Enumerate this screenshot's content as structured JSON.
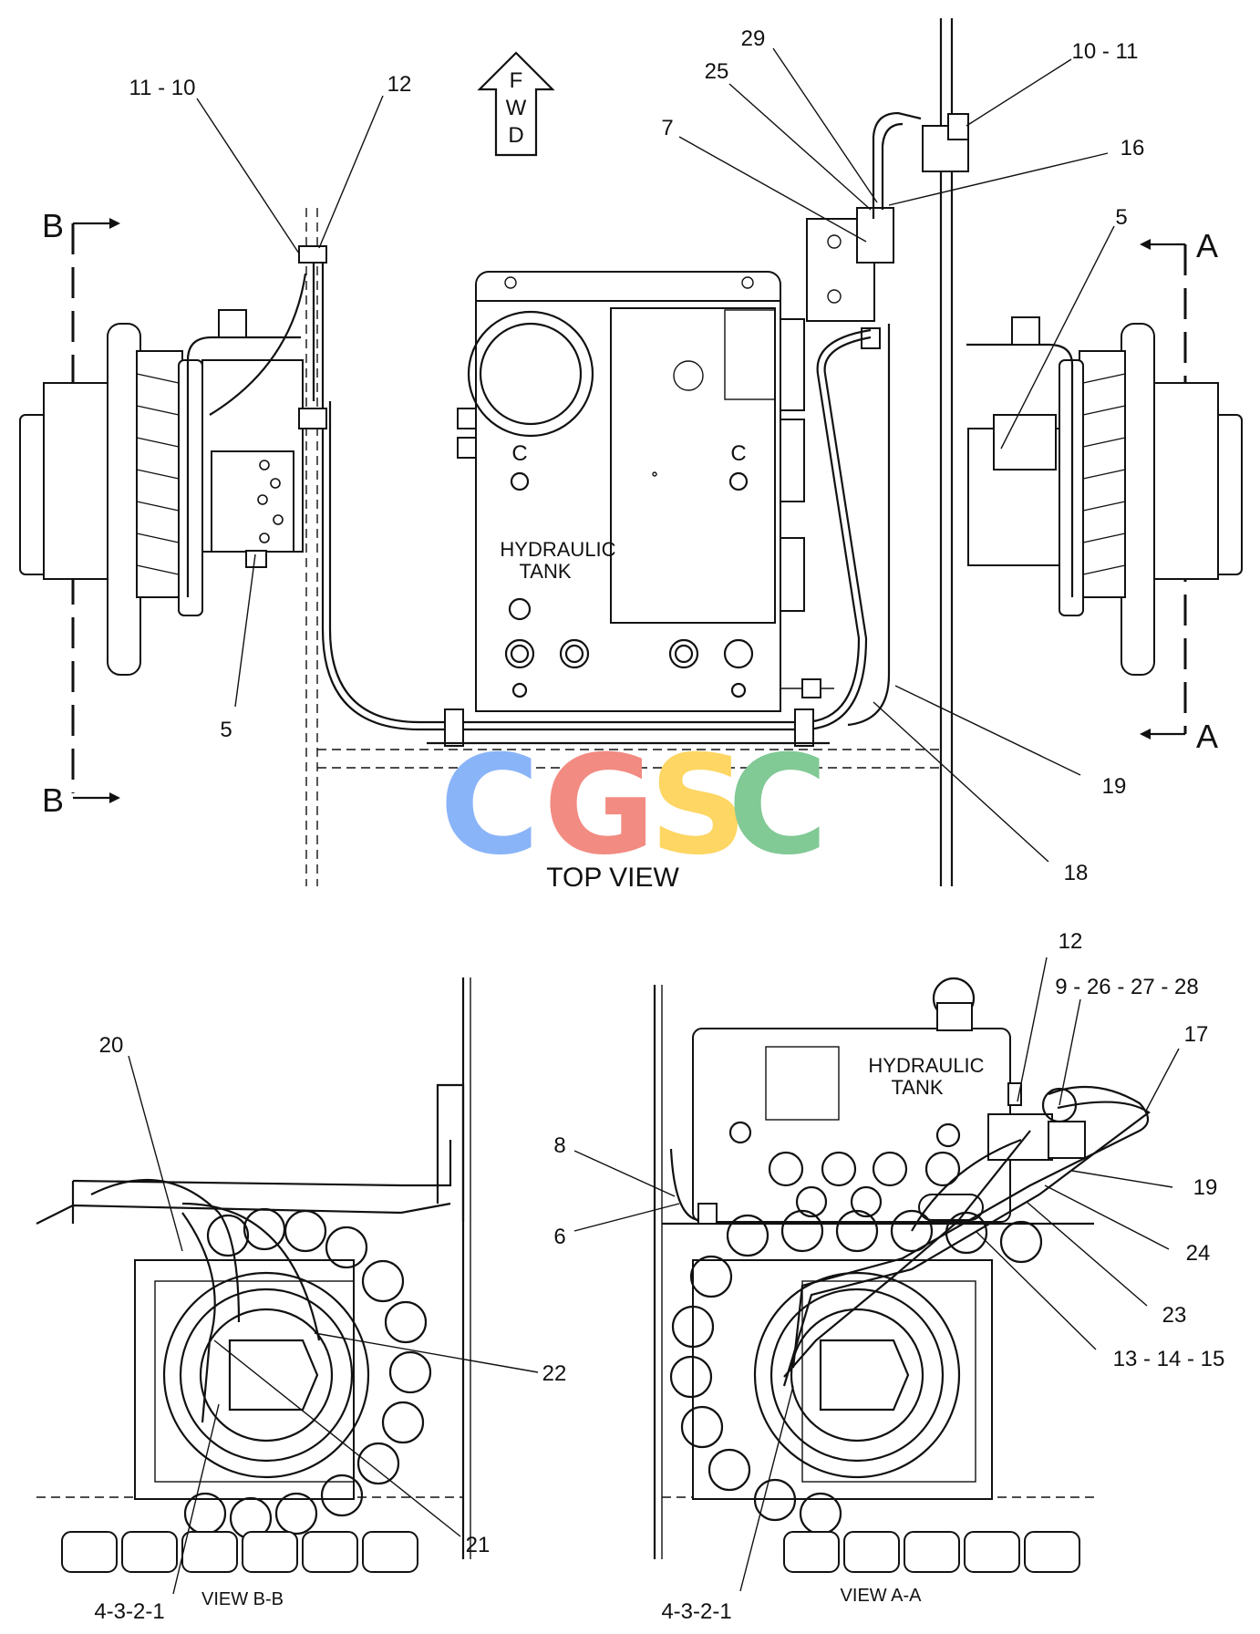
{
  "views": {
    "top": {
      "title": "TOP VIEW",
      "fwd": [
        "F",
        "W",
        "D"
      ],
      "tank_line1": "HYDRAULIC",
      "tank_line2": "TANK",
      "section_a": "A",
      "section_b": "B",
      "callouts": {
        "c11_10": "11 - 10",
        "c12": "12",
        "c29": "29",
        "c25": "25",
        "c7": "7",
        "c10_11": "10 - 11",
        "c16": "16",
        "c5_right": "5",
        "c5_left": "5",
        "c19": "19",
        "c18": "18"
      }
    },
    "b_b": {
      "title": "VIEW B-B",
      "callouts": {
        "c20": "20",
        "c22": "22",
        "c21": "21",
        "c4321": "4-3-2-1"
      }
    },
    "a_a": {
      "title": "VIEW A-A",
      "tank_line1": "HYDRAULIC",
      "tank_line2": "TANK",
      "callouts": {
        "c12": "12",
        "c9262728": "9 - 26 - 27 - 28",
        "c17": "17",
        "c8": "8",
        "c6": "6",
        "c19": "19",
        "c24": "24",
        "c23": "23",
        "c131415": "13 - 14 - 15",
        "c4321": "4-3-2-1"
      }
    }
  },
  "watermark": {
    "letters": [
      "C",
      "G",
      "S",
      "C"
    ],
    "colors": [
      "#8ab4f8",
      "#f28b82",
      "#fdd663",
      "#81c995"
    ]
  }
}
